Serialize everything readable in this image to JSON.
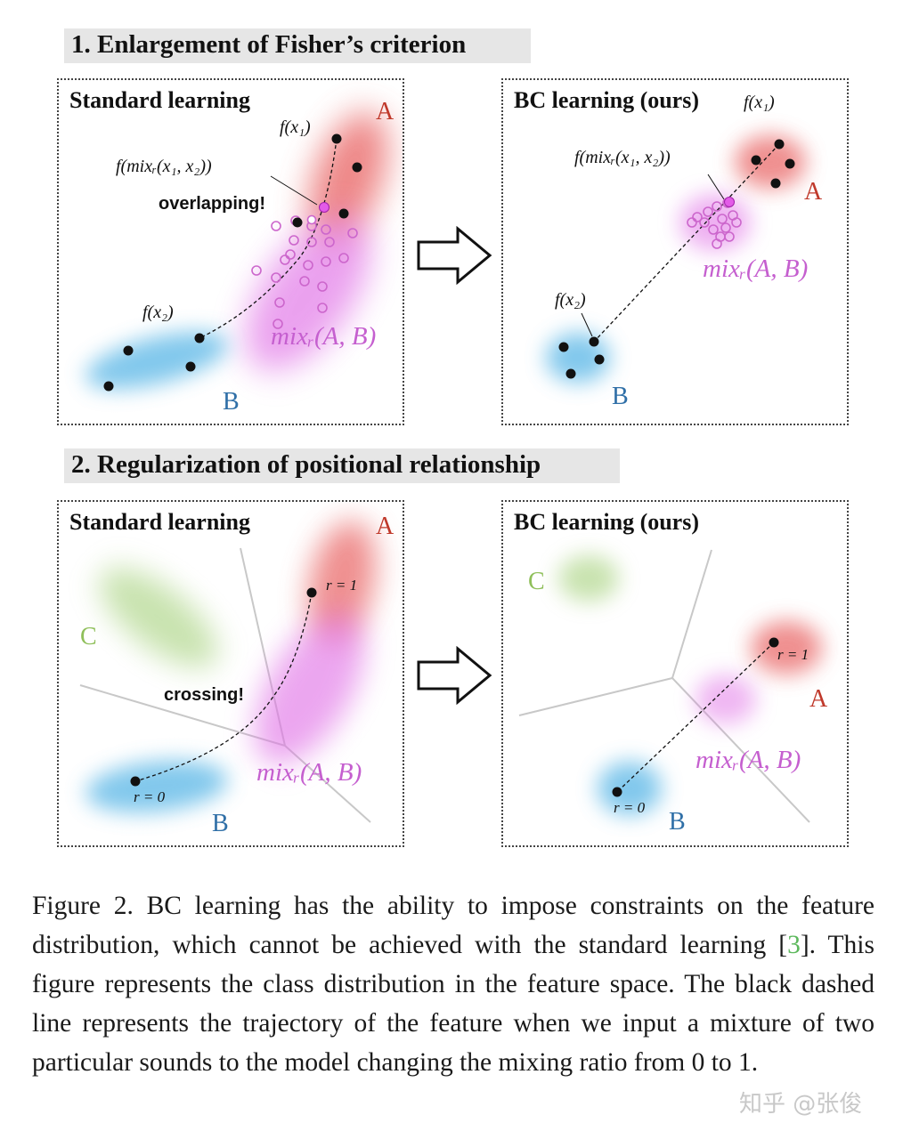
{
  "section1": {
    "title": "1. Enlargement of Fisher’s criterion"
  },
  "section2": {
    "title": "2. Regularization of positional relationship"
  },
  "panels": {
    "p1": {
      "title": "Standard learning",
      "class_a": "A",
      "class_b": "B",
      "fx1": "f(x₁)",
      "fmix": "f(mixᵣ(x₁, x₂))",
      "fx2": "f(x₂)",
      "note": "overlapping!",
      "mix": "mixᵣ(A, B)"
    },
    "p2": {
      "title": "BC learning (ours)",
      "class_a": "A",
      "class_b": "B",
      "fx1": "f(x₁)",
      "fmix": "f(mixᵣ(x₁, x₂))",
      "fx2": "f(x₂)",
      "mix": "mixᵣ(A, B)"
    },
    "p3": {
      "title": "Standard learning",
      "class_a": "A",
      "class_b": "B",
      "class_c": "C",
      "r1": "r = 1",
      "r0": "r = 0",
      "note": "crossing!",
      "mix": "mixᵣ(A, B)"
    },
    "p4": {
      "title": "BC learning (ours)",
      "class_a": "A",
      "class_b": "B",
      "class_c": "C",
      "r1": "r = 1",
      "r0": "r = 0",
      "mix": "mixᵣ(A, B)"
    }
  },
  "caption": {
    "before": "Figure 2. BC learning has the ability to impose constraints on the feature distribution, which cannot be achieved with the standard learning [",
    "cite": "3",
    "after": "].  This figure represents the class distribution in the feature space.  The black dashed line represents the trajectory of the feature when we input a mixture of two particular sounds to the model changing the mixing ratio from 0 to 1."
  },
  "watermark": "知乎 @张俊",
  "colors": {
    "class_a": "#c0392b",
    "class_b": "#2f6fa7",
    "class_c": "#8fbf5a",
    "mix": "#c55fcf",
    "citation": "#5cb85c"
  }
}
